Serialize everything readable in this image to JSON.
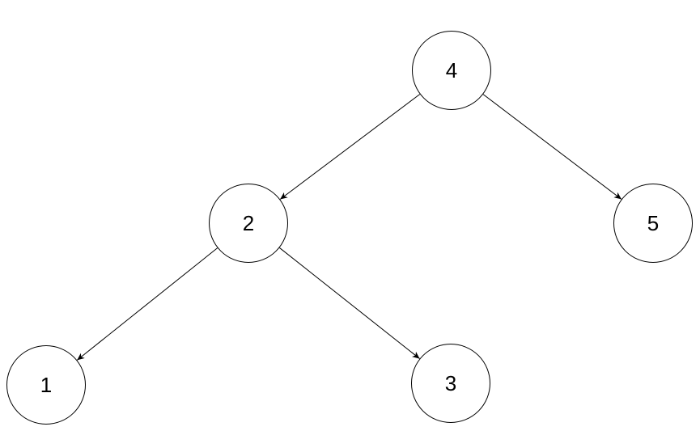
{
  "diagram": {
    "type": "binary-tree",
    "stroke_color": "#000000",
    "fill_color": "#ffffff",
    "nodes": [
      {
        "id": "4",
        "label": "4"
      },
      {
        "id": "2",
        "label": "2"
      },
      {
        "id": "5",
        "label": "5"
      },
      {
        "id": "1",
        "label": "1"
      },
      {
        "id": "3",
        "label": "3"
      }
    ],
    "edges": [
      {
        "from": "4",
        "to": "2"
      },
      {
        "from": "4",
        "to": "5"
      },
      {
        "from": "2",
        "to": "1"
      },
      {
        "from": "2",
        "to": "3"
      }
    ]
  }
}
